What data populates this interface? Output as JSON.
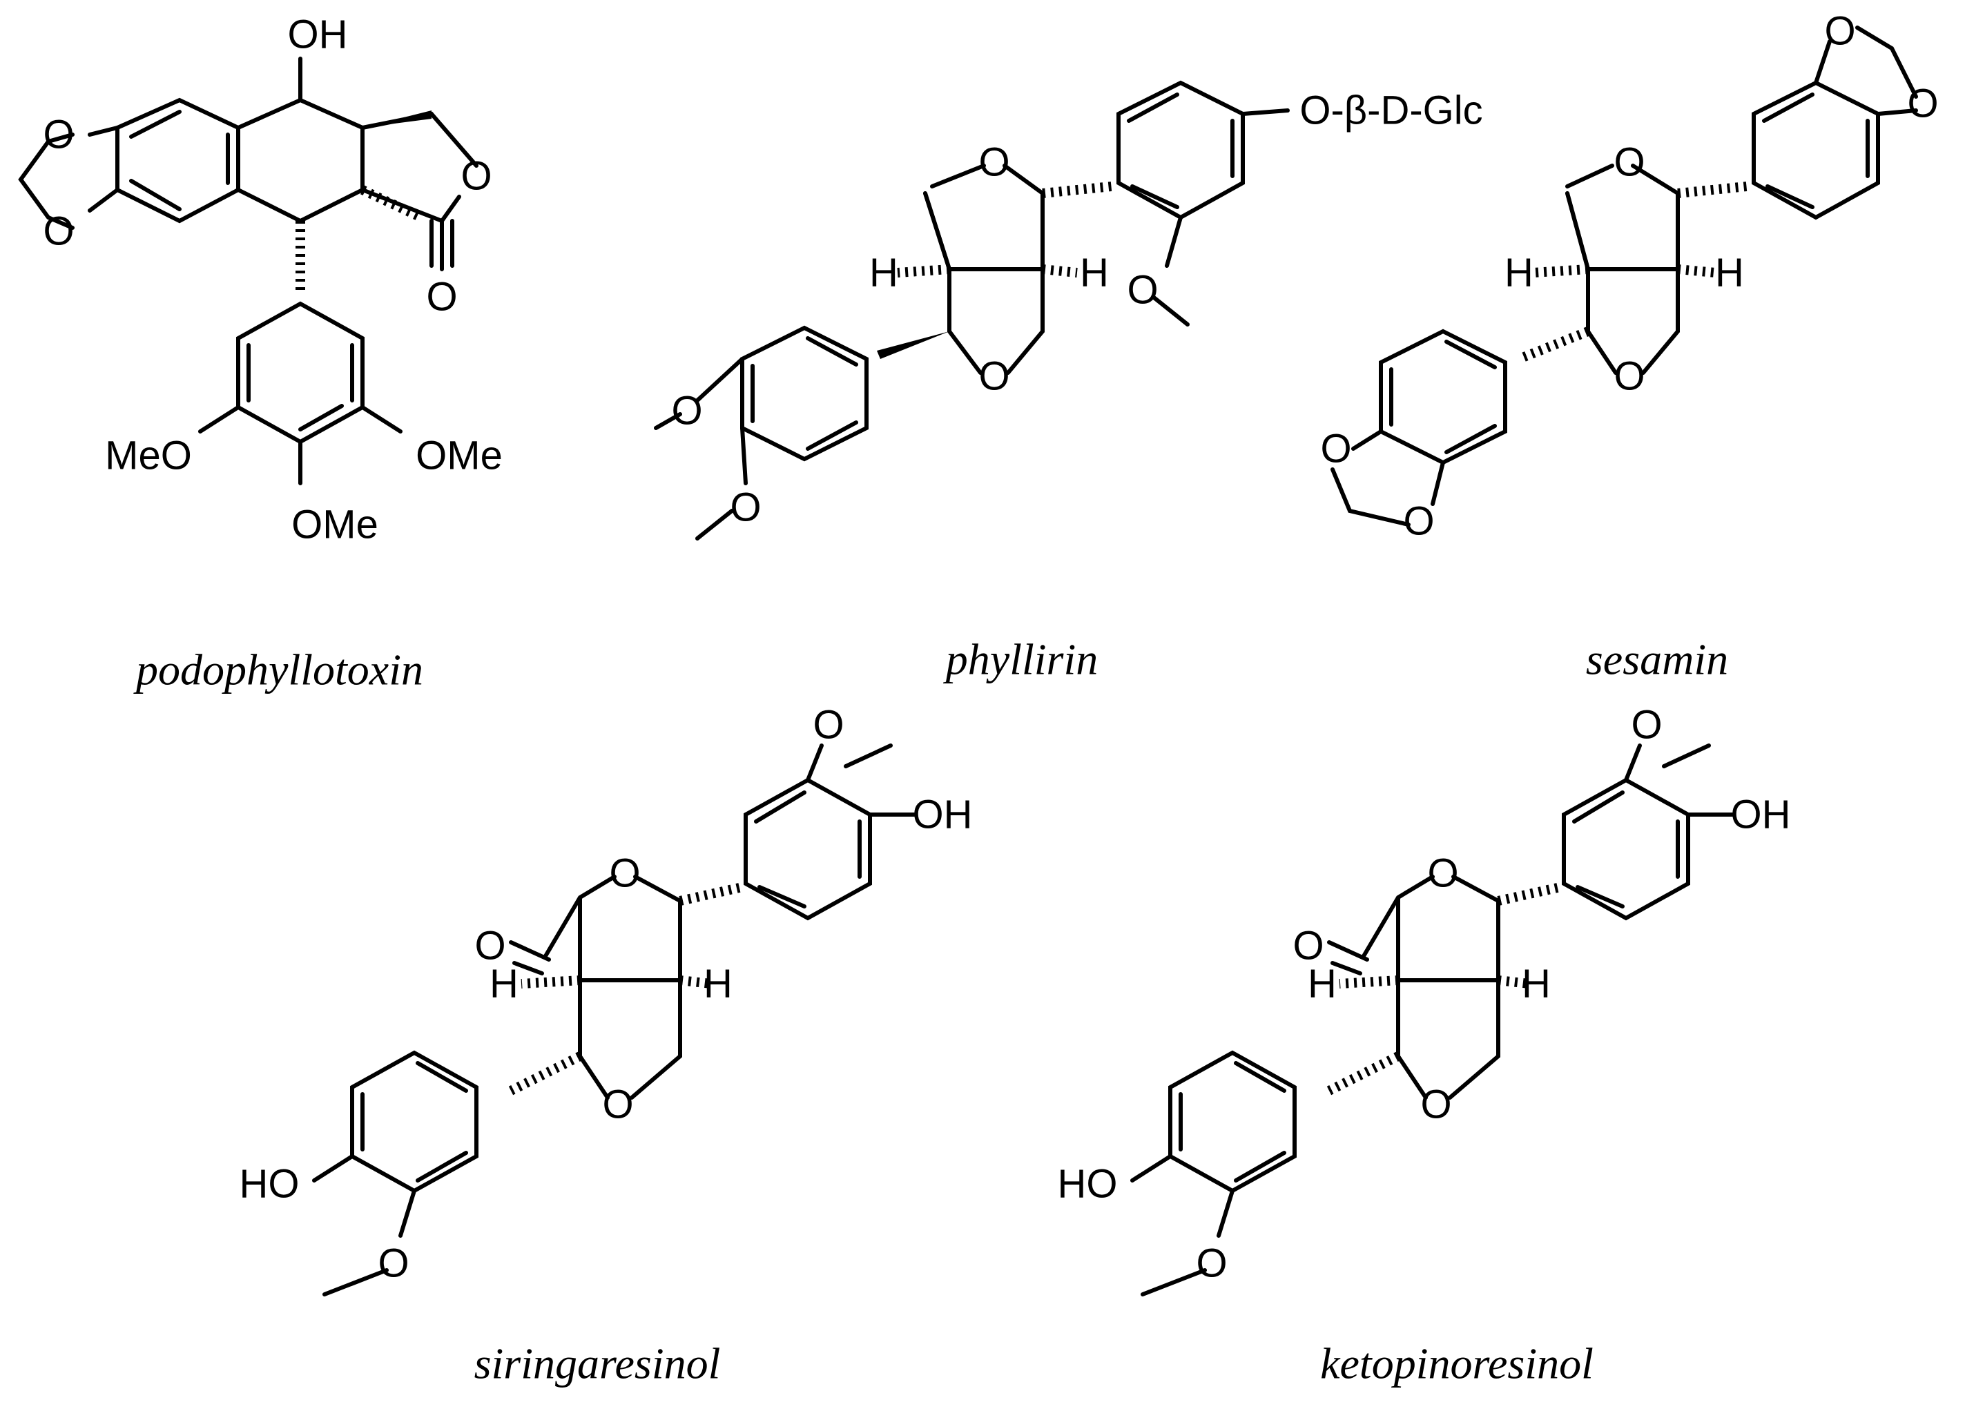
{
  "structures": [
    {
      "id": "podophyllotoxin",
      "name": "podophyllotoxin",
      "labels": {
        "oh": "OH",
        "o_ring1": "O",
        "o_ring2": "O",
        "o_lactone": "O",
        "o_carbonyl": "O",
        "h_upper": "",
        "ome_left": "MeO",
        "ome_right": "OMe",
        "ome_bottom": "OMe"
      }
    },
    {
      "id": "phyllirin",
      "name": "phyllirin",
      "labels": {
        "o_top": "O",
        "o_bottom": "O",
        "h_left": "H",
        "h_right": "H",
        "glc": "O-β-D-Glc",
        "o_methoxy": "O",
        "o_meo1": "O",
        "o_meo2": "O"
      }
    },
    {
      "id": "sesamin",
      "name": "sesamin",
      "labels": {
        "o_top": "O",
        "o_bottom": "O",
        "h_left": "H",
        "h_right": "H",
        "o_md1a": "O",
        "o_md1b": "O",
        "o_md2a": "O",
        "o_md2b": "O"
      }
    },
    {
      "id": "siringaresinol",
      "name": "siringaresinol",
      "labels": {
        "o_carbonyl": "O",
        "o_ring_top": "O",
        "o_ring_bottom": "O",
        "h_left": "H",
        "h_right": "H",
        "oh_right": "OH",
        "o_meo_right": "O",
        "ho_left": "HO",
        "o_meo_left": "O"
      }
    },
    {
      "id": "ketopinoresinol",
      "name": "ketopinoresinol",
      "labels": {
        "o_carbonyl": "O",
        "o_ring_top": "O",
        "o_ring_bottom": "O",
        "h_left": "H",
        "h_right": "H",
        "oh_right": "OH",
        "o_meo_right": "O",
        "ho_left": "HO",
        "o_meo_left": "O"
      }
    }
  ]
}
